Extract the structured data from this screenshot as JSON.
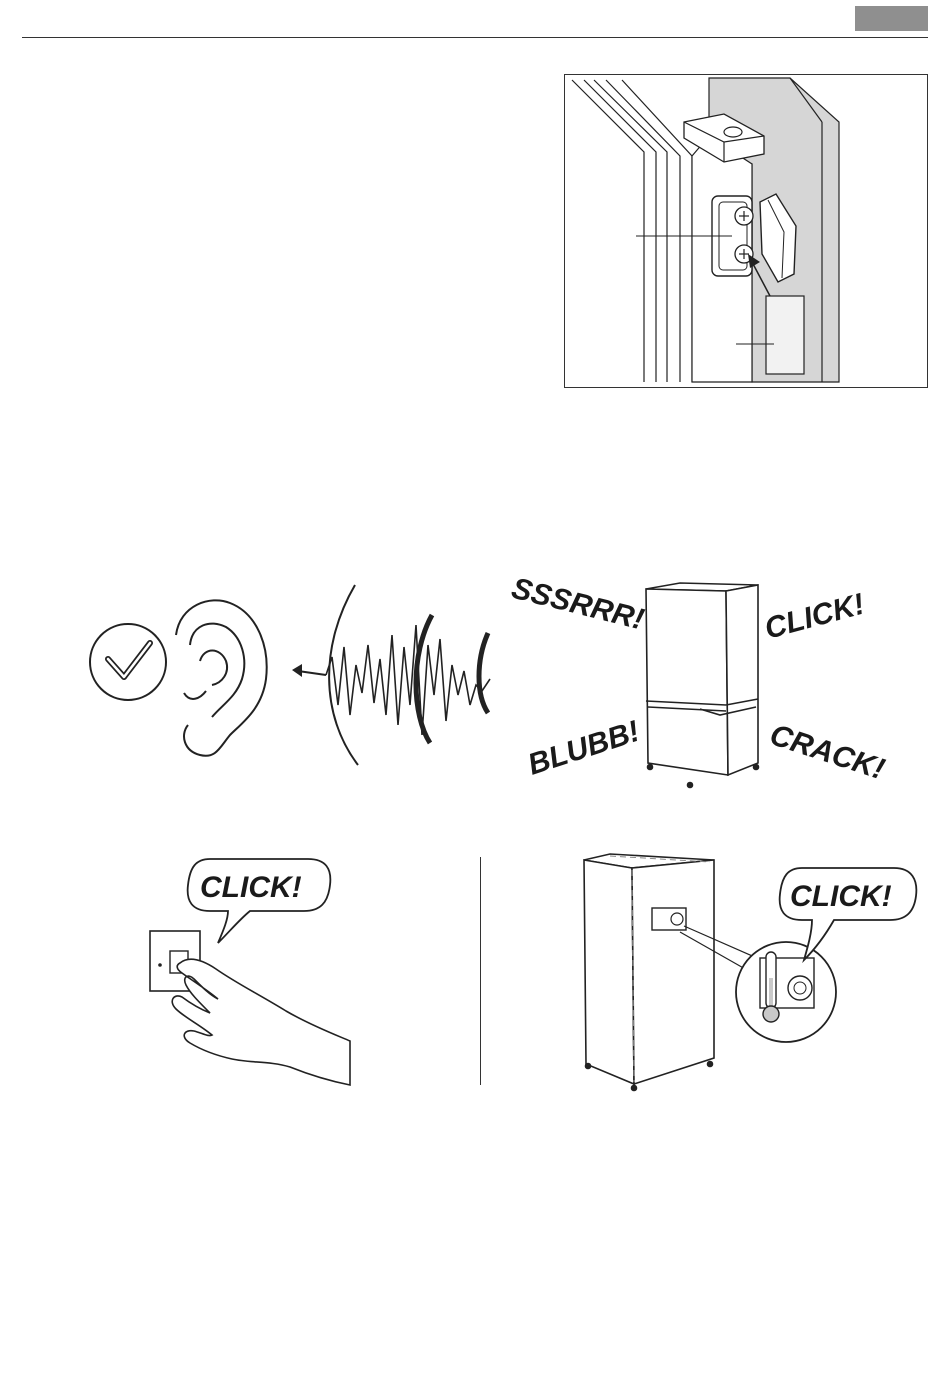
{
  "illustrations": {
    "hinge_figure": {},
    "noise_figure": {
      "sounds": {
        "sssrrr": "SSSRRR!",
        "click": "CLICK!",
        "blubb": "BLUBB!",
        "crack": "CRACK!"
      }
    },
    "switch_figure": {
      "bubble": "CLICK!"
    },
    "thermostat_figure": {
      "bubble": "CLICK!"
    }
  },
  "colors": {
    "page_tab": "#8f8f8f",
    "gasket": "#d6d6d6",
    "ink": "#1a1a1a"
  }
}
